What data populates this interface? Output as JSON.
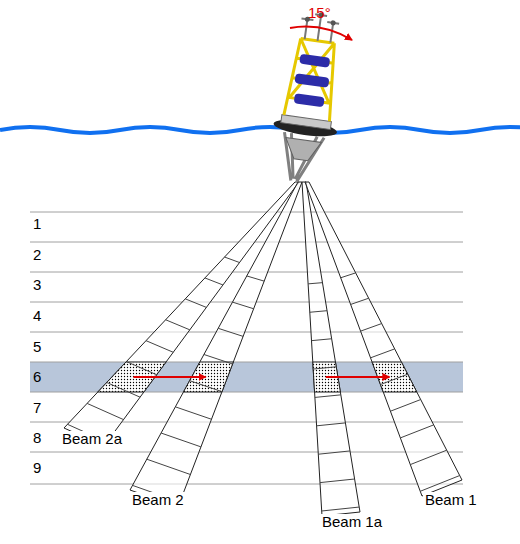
{
  "diagram": {
    "labels": [
      "15°",
      "1",
      "2",
      "3",
      "4",
      "5",
      "6",
      "7",
      "8",
      "9",
      "Beam 2a",
      "Beam 2",
      "Beam 1a",
      "Beam 1"
    ]
  }
}
